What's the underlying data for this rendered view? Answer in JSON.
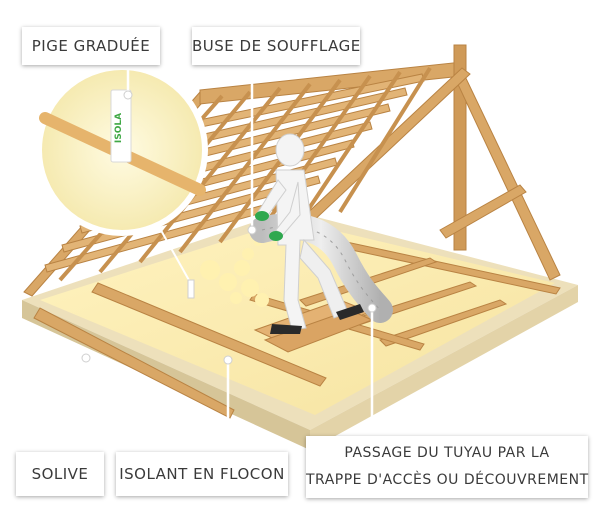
{
  "labels": {
    "pige": "PIGE GRADUÉE",
    "buse": "BUSE DE SOUFFLAGE",
    "solive": "SOLIVE",
    "isolant": "ISOLANT EN FLOCON",
    "passage_line1": "PASSAGE DU TUYAU PAR LA",
    "passage_line2": "TRAPPE D'ACCÈS OU DÉCOUVREMENT"
  },
  "gauge_brand": "ISOLA",
  "colors": {
    "wood": "#d9a766",
    "wood_dark": "#b98343",
    "insulation": "#fff6c4",
    "board_edge": "#e5d3a8",
    "suit": "#f4f4f4",
    "glove": "#2fa84f",
    "leader": "#ffffff"
  }
}
